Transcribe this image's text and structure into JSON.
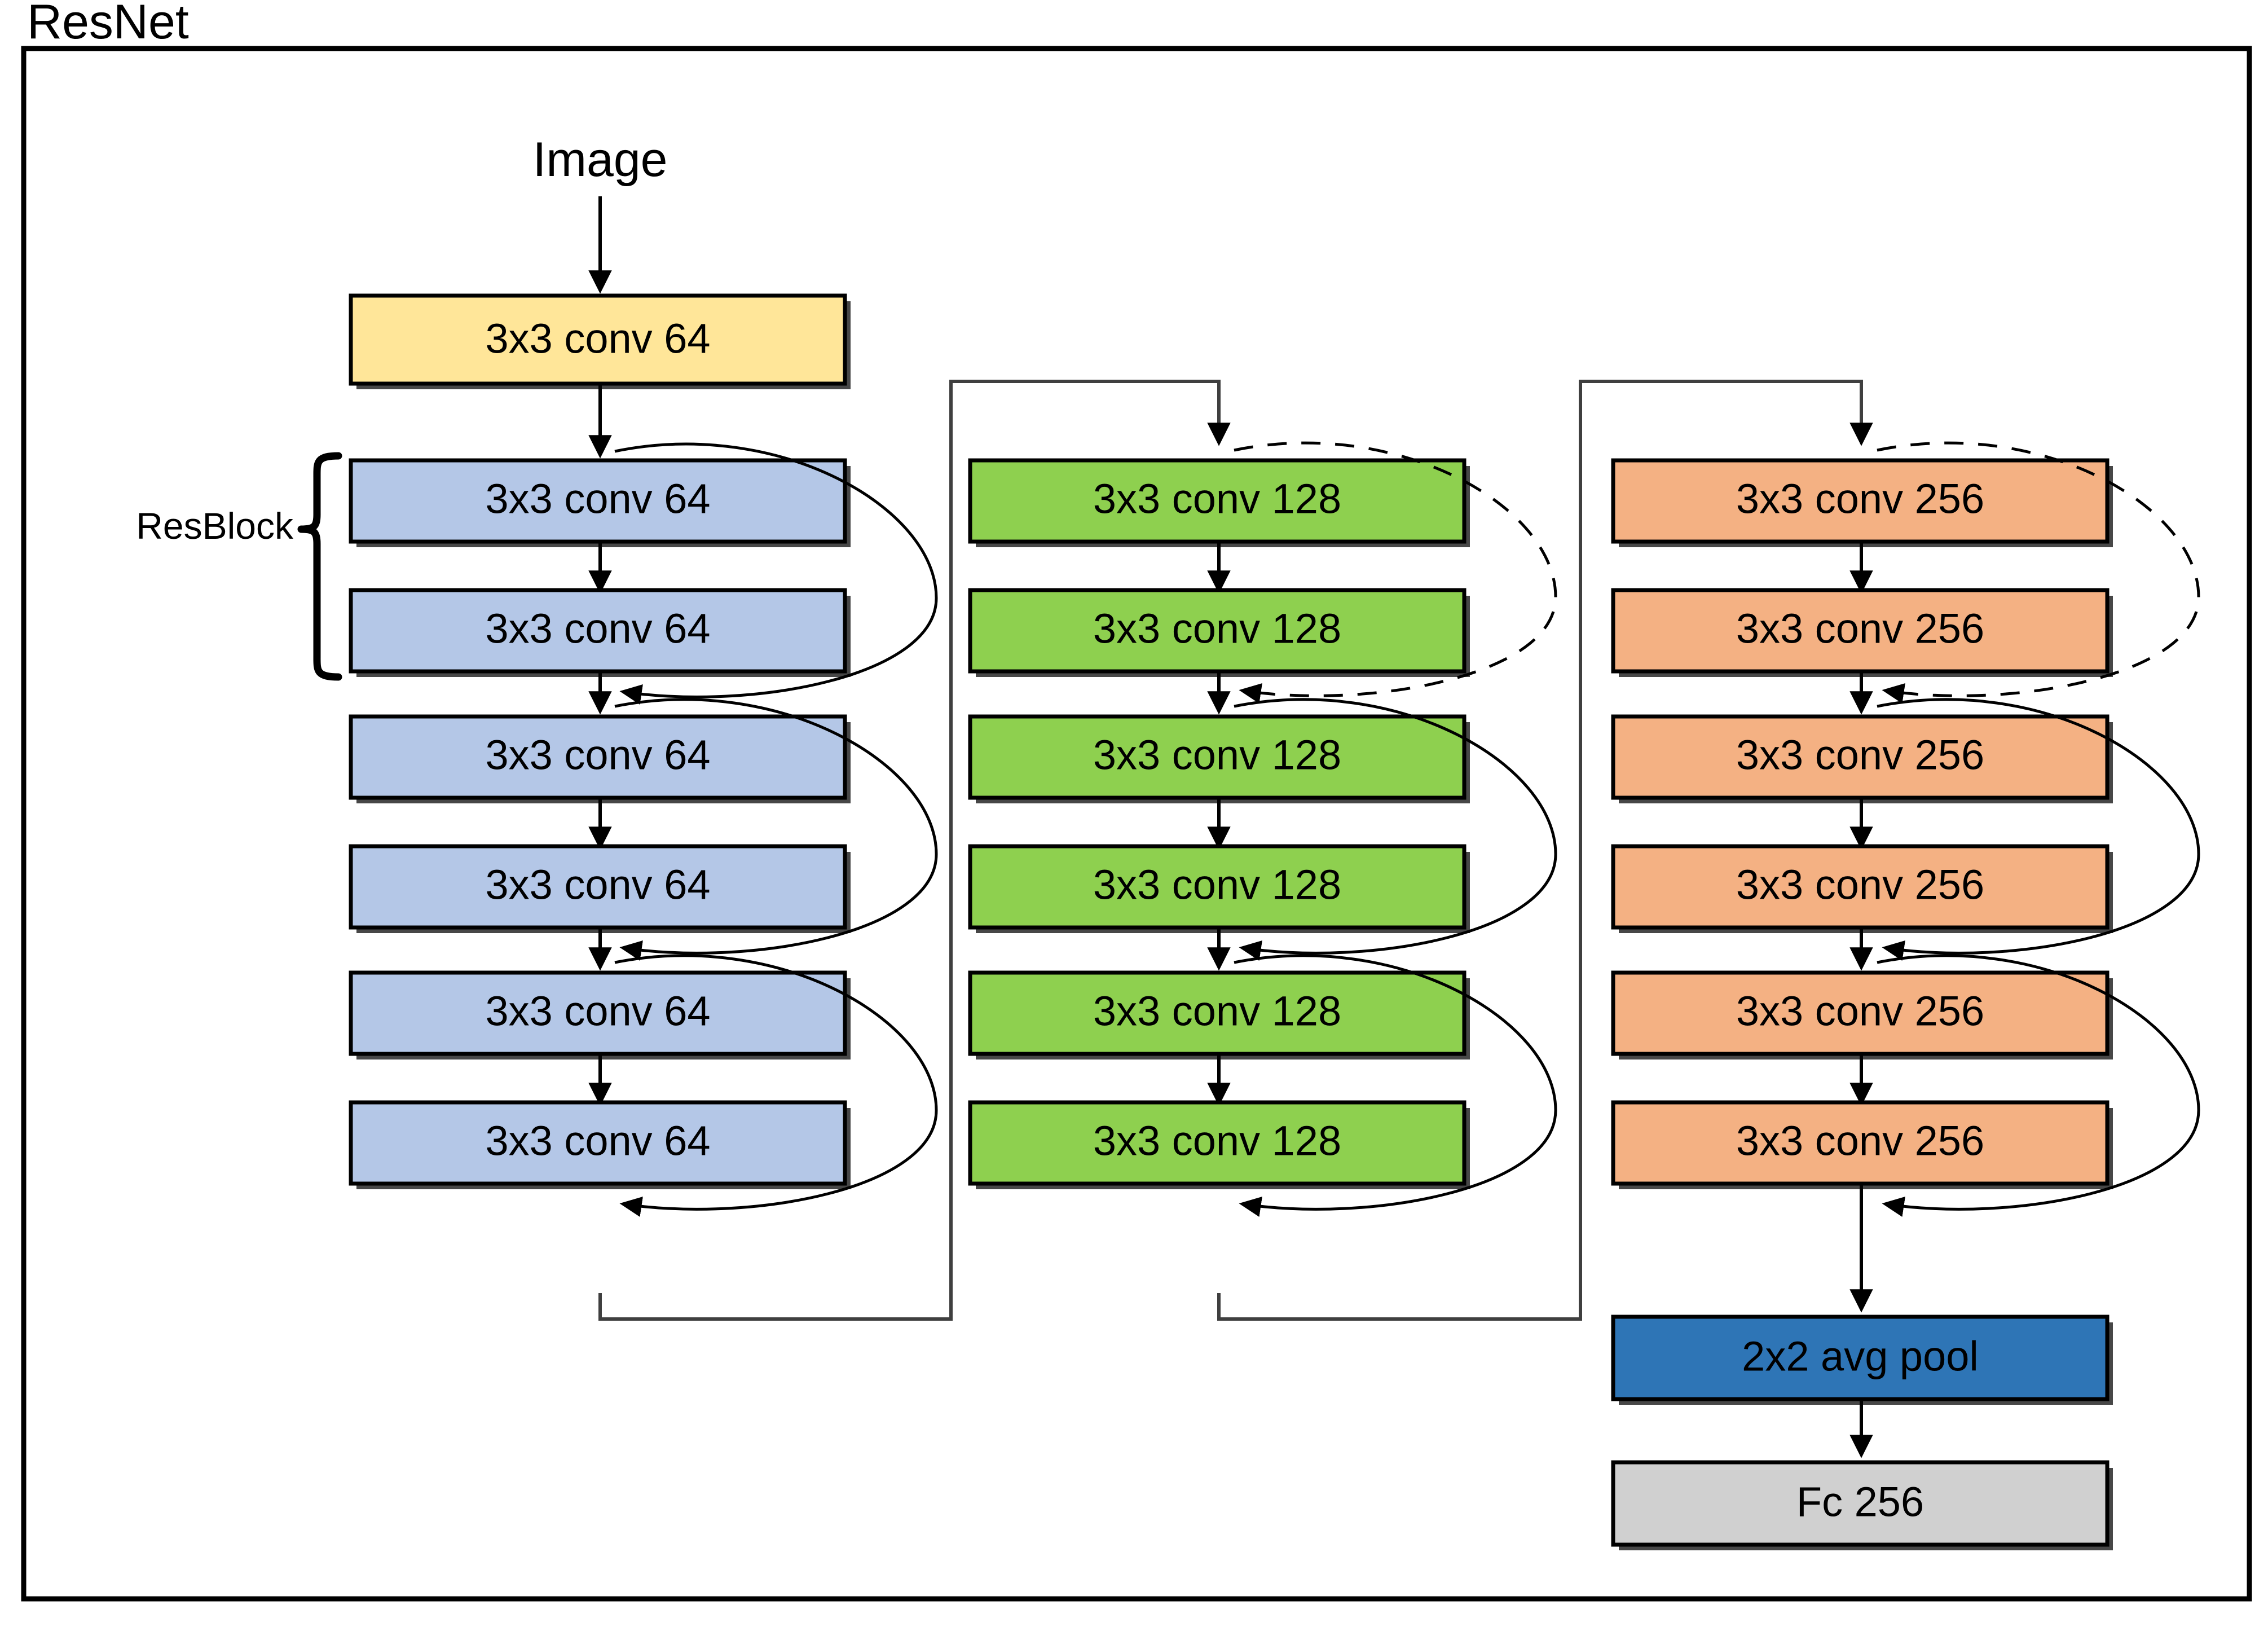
{
  "title": "ResNet",
  "input_label": "Image",
  "resblock_label": "ResBlock",
  "colors": {
    "stem": "#FFE699",
    "stage1": "#B4C7E7",
    "stage2": "#8ED04F",
    "stage3": "#F4B183",
    "pool": "#2E75B6",
    "fc": "#D0D0D0",
    "outline": "#000000",
    "background": "#FFFFFF"
  },
  "stem": {
    "label": "3x3 conv 64"
  },
  "stages": [
    {
      "name": "stage-64",
      "color_key": "stage1",
      "blocks": [
        {
          "layers": [
            "3x3 conv 64",
            "3x3 conv 64"
          ],
          "skip": "solid"
        },
        {
          "layers": [
            "3x3 conv 64",
            "3x3 conv 64"
          ],
          "skip": "solid"
        },
        {
          "layers": [
            "3x3 conv 64",
            "3x3 conv 64"
          ],
          "skip": "solid"
        }
      ]
    },
    {
      "name": "stage-128",
      "color_key": "stage2",
      "blocks": [
        {
          "layers": [
            "3x3 conv 128",
            "3x3 conv 128"
          ],
          "skip": "dashed"
        },
        {
          "layers": [
            "3x3 conv 128",
            "3x3 conv 128"
          ],
          "skip": "solid"
        },
        {
          "layers": [
            "3x3 conv 128",
            "3x3 conv 128"
          ],
          "skip": "solid"
        }
      ]
    },
    {
      "name": "stage-256",
      "color_key": "stage3",
      "blocks": [
        {
          "layers": [
            "3x3 conv 256",
            "3x3 conv 256"
          ],
          "skip": "dashed"
        },
        {
          "layers": [
            "3x3 conv 256",
            "3x3 conv 256"
          ],
          "skip": "solid"
        },
        {
          "layers": [
            "3x3 conv 256",
            "3x3 conv 256"
          ],
          "skip": "solid"
        }
      ]
    }
  ],
  "head": [
    {
      "label": "2x2 avg pool",
      "color_key": "pool"
    },
    {
      "label": "Fc 256",
      "color_key": "fc"
    }
  ],
  "boxes": {
    "stem": "3x3 conv 64",
    "c1_1": "3x3 conv 64",
    "c1_2": "3x3 conv 64",
    "c1_3": "3x3 conv 64",
    "c1_4": "3x3 conv 64",
    "c1_5": "3x3 conv 64",
    "c1_6": "3x3 conv 64",
    "c2_1": "3x3 conv 128",
    "c2_2": "3x3 conv 128",
    "c2_3": "3x3 conv 128",
    "c2_4": "3x3 conv 128",
    "c2_5": "3x3 conv 128",
    "c2_6": "3x3 conv 128",
    "c3_1": "3x3 conv 256",
    "c3_2": "3x3 conv 256",
    "c3_3": "3x3 conv 256",
    "c3_4": "3x3 conv 256",
    "c3_5": "3x3 conv 256",
    "c3_6": "3x3 conv 256",
    "pool": "2x2 avg pool",
    "fc": "Fc 256"
  }
}
